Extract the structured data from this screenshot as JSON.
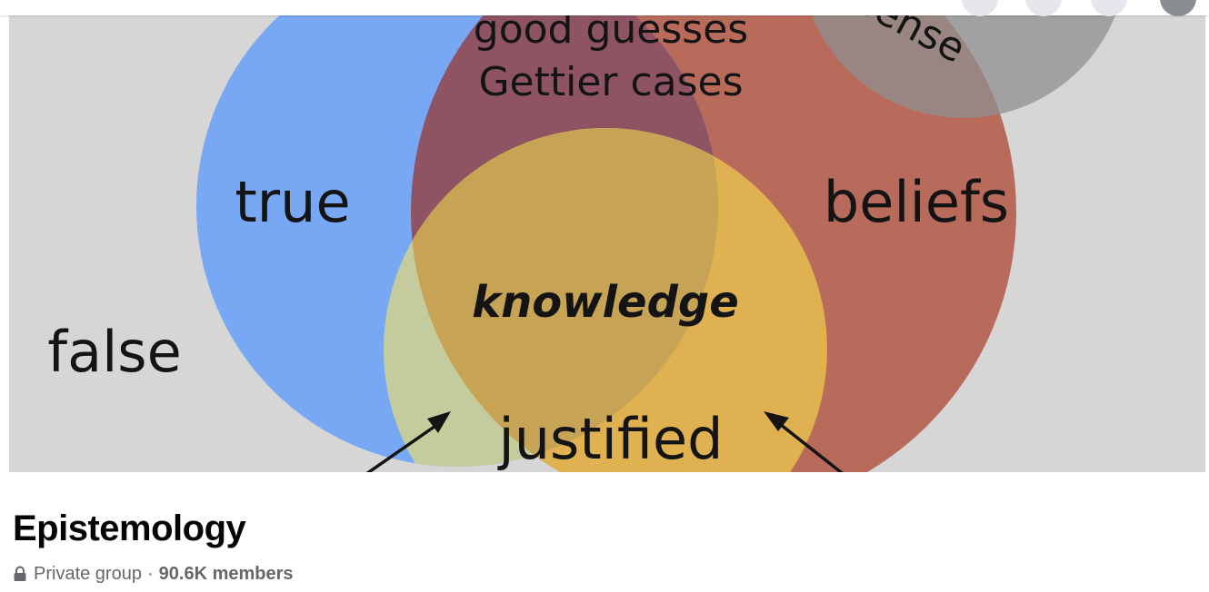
{
  "cover": {
    "labels": {
      "good_guesses": "good guesses",
      "gettier_cases": "Gettier cases",
      "sense": "sense",
      "true": "true",
      "beliefs": "beliefs",
      "knowledge": "knowledge",
      "false": "false",
      "justified": "justified"
    },
    "colors": {
      "background": "#d6d6d6",
      "true_circle": "#78a8f4",
      "beliefs_circle": "#b96b5b",
      "overlap_true_beliefs": "#8e5463",
      "justified_circle": "#c7a355",
      "justified_outer_left": "#c4cc9e",
      "justified_outer_right": "#e0b150",
      "sense_circle": "#9d9d9d"
    }
  },
  "group": {
    "name": "Epistemology",
    "privacy": "Private group",
    "separator": "·",
    "members": "90.6K members",
    "icons": {
      "privacy": "lock-icon"
    }
  }
}
